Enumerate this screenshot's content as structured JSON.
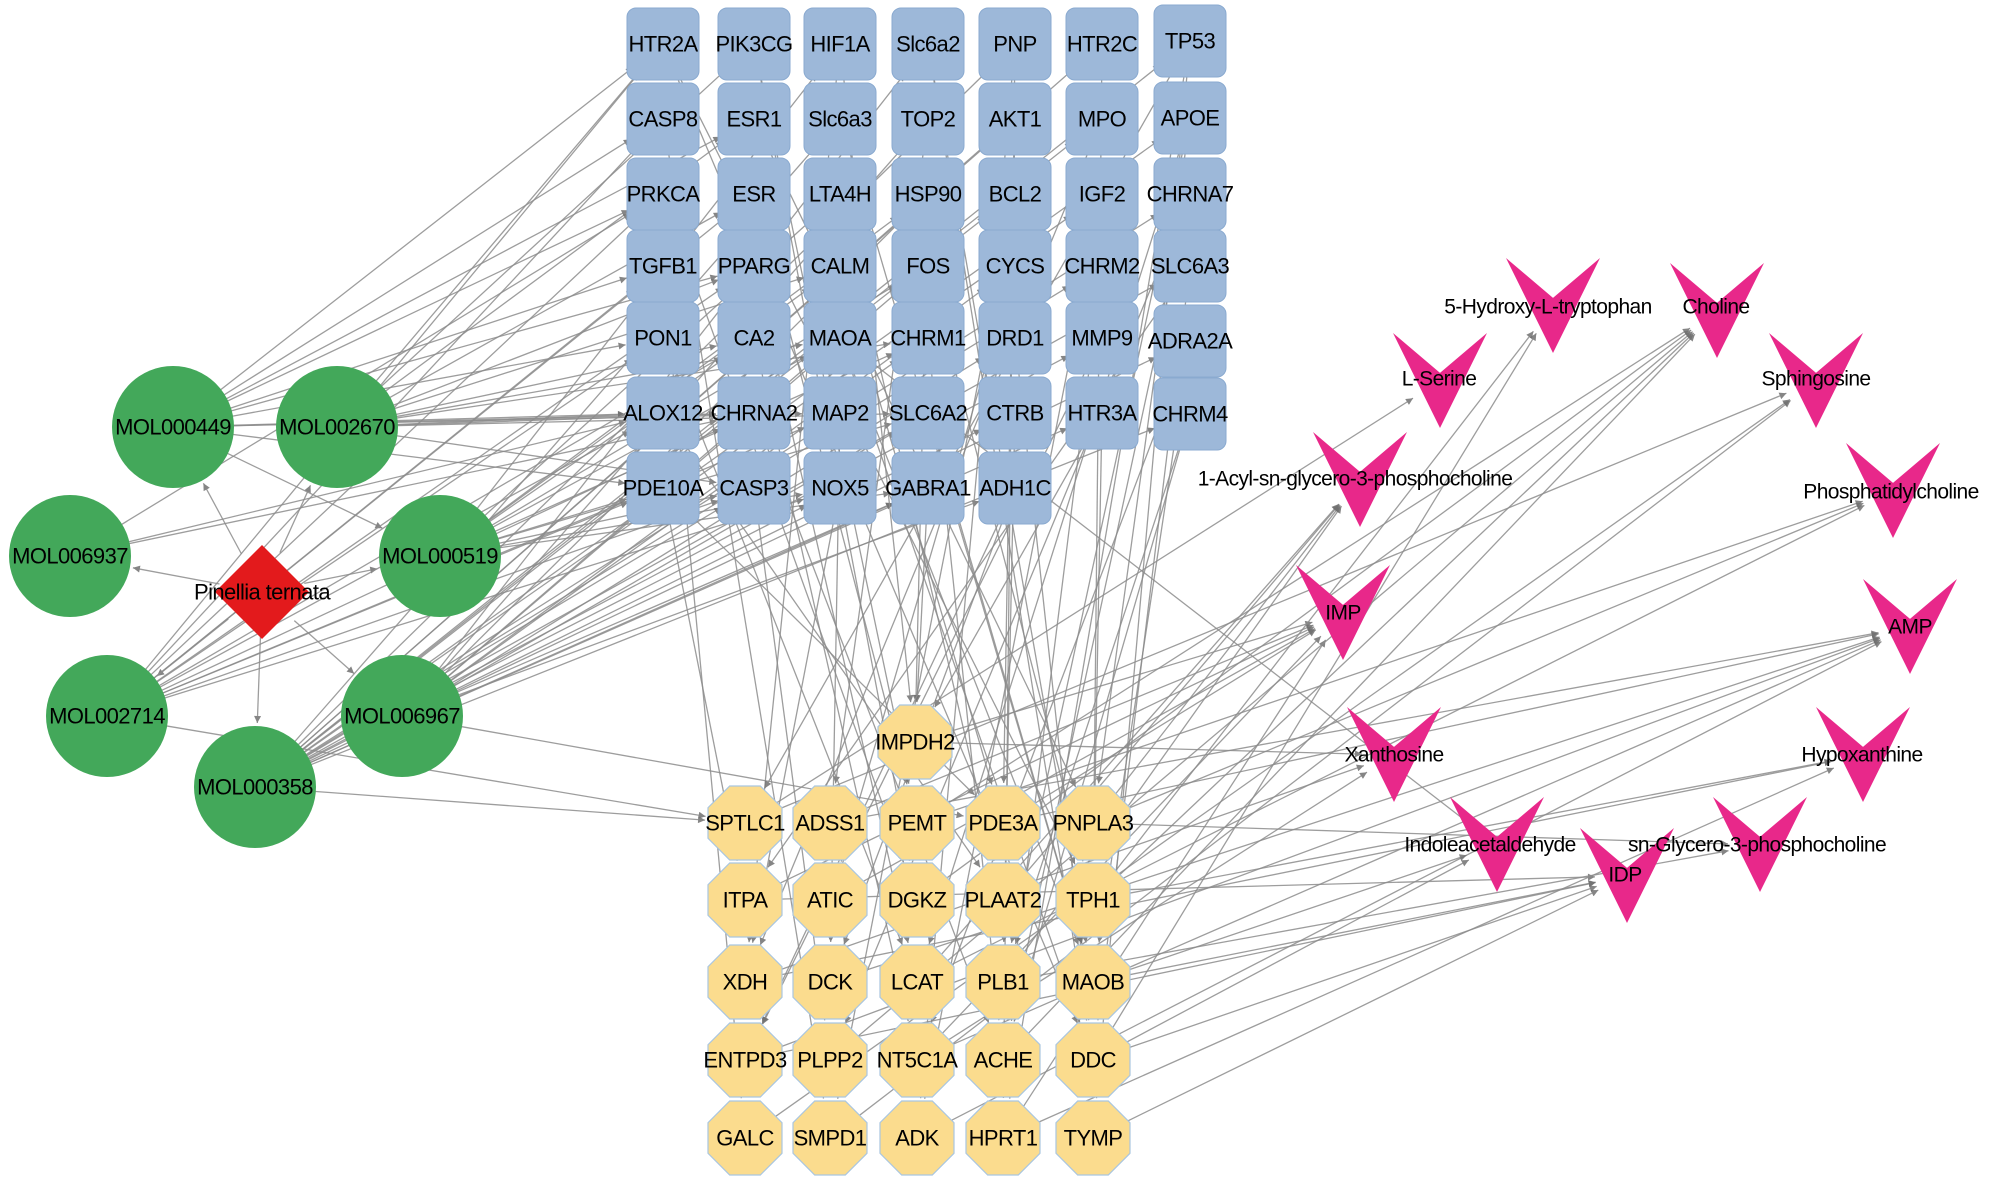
{
  "diagram": {
    "type": "network",
    "title": "",
    "colors": {
      "herb": "#e31a1c",
      "compound": "#43a85a",
      "target": "#9db8d9",
      "target_border": "#8aaad0",
      "enzyme": "#fbdc8e",
      "enzyme_border": "#a9c6e0",
      "metabolite": "#e8288a",
      "edge": "#8c8c8c",
      "arrow": "#707070"
    },
    "herb": {
      "id": "Pinellia ternata",
      "label": "Pinellia ternata",
      "shape": "diamond"
    },
    "compounds": {
      "shape": "circle",
      "items": [
        "MOL000449",
        "MOL002670",
        "MOL006937",
        "MOL000519",
        "MOL002714",
        "MOL006967",
        "MOL000358"
      ]
    },
    "targets": {
      "shape": "round-rectangle",
      "items": [
        "HTR2A",
        "PIK3CG",
        "HIF1A",
        "Slc6a2",
        "PNP",
        "HTR2C",
        "TP53",
        "CASP8",
        "ESR1",
        "Slc6a3",
        "TOP2",
        "AKT1",
        "MPO",
        "APOE",
        "PRKCA",
        "ESR",
        "LTA4H",
        "HSP90",
        "BCL2",
        "IGF2",
        "CHRNA7",
        "TGFB1",
        "PPARG",
        "CALM",
        "FOS",
        "CYCS",
        "CHRM2",
        "SLC6A3",
        "PON1",
        "CA2",
        "MAOA",
        "CHRM1",
        "DRD1",
        "MMP9",
        "ADRA2A",
        "ALOX12",
        "CHRNA2",
        "MAP2",
        "SLC6A2",
        "CTRB",
        "HTR3A",
        "CHRM4",
        "PDE10A",
        "CASP3",
        "NOX5",
        "GABRA1",
        "ADH1C"
      ]
    },
    "enzymes": {
      "shape": "octagon",
      "items": [
        "IMPDH2",
        "SPTLC1",
        "ADSS1",
        "PEMT",
        "PDE3A",
        "PNPLA3",
        "ITPA",
        "ATIC",
        "DGKZ",
        "PLAAT2",
        "TPH1",
        "XDH",
        "DCK",
        "LCAT",
        "PLB1",
        "MAOB",
        "ENTPD3",
        "PLPP2",
        "NT5C1A",
        "ACHE",
        "DDC",
        "GALC",
        "SMPD1",
        "ADK",
        "HPRT1",
        "TYMP"
      ]
    },
    "metabolites": {
      "shape": "v",
      "items": [
        "5-Hydroxy-L-tryptophan",
        "Choline",
        "L-Serine",
        "Sphingosine",
        "1-Acyl-sn-glycero-3-phosphocholine",
        "Phosphatidylcholine",
        "IMP",
        "AMP",
        "Xanthosine",
        "Hypoxanthine",
        "Indoleacetaldehyde",
        "IDP",
        "sn-Glycero-3-phosphocholine"
      ]
    },
    "edges": [
      [
        "Pinellia ternata",
        "MOL000449"
      ],
      [
        "Pinellia ternata",
        "MOL002670"
      ],
      [
        "Pinellia ternata",
        "MOL006937"
      ],
      [
        "Pinellia ternata",
        "MOL000519"
      ],
      [
        "Pinellia ternata",
        "MOL002714"
      ],
      [
        "Pinellia ternata",
        "MOL006967"
      ],
      [
        "Pinellia ternata",
        "MOL000358"
      ],
      [
        "MOL000449",
        "HTR2A"
      ],
      [
        "MOL000449",
        "CASP8"
      ],
      [
        "MOL000449",
        "PRKCA"
      ],
      [
        "MOL000449",
        "TGFB1"
      ],
      [
        "MOL000449",
        "PON1"
      ],
      [
        "MOL000449",
        "ALOX12"
      ],
      [
        "MOL000449",
        "CHRNA2"
      ],
      [
        "MOL000449",
        "MAP2"
      ],
      [
        "MOL000449",
        "PDE10A"
      ],
      [
        "MOL000449",
        "ESR1"
      ],
      [
        "MOL000449",
        "PPARG"
      ],
      [
        "MOL000449",
        "MOL000519"
      ],
      [
        "MOL002670",
        "HTR2A"
      ],
      [
        "MOL002670",
        "PIK3CG"
      ],
      [
        "MOL002670",
        "ESR1"
      ],
      [
        "MOL002670",
        "ESR"
      ],
      [
        "MOL002670",
        "CA2"
      ],
      [
        "MOL002670",
        "ALOX12"
      ],
      [
        "MOL002670",
        "CHRNA2"
      ],
      [
        "MOL002670",
        "MAOA"
      ],
      [
        "MOL002670",
        "CHRM1"
      ],
      [
        "MOL002670",
        "SLC6A2"
      ],
      [
        "MOL002670",
        "CASP3"
      ],
      [
        "MOL002670",
        "PPARG"
      ],
      [
        "MOL002670",
        "CALM"
      ],
      [
        "MOL006937",
        "PRKCA"
      ],
      [
        "MOL006937",
        "ALOX12"
      ],
      [
        "MOL006937",
        "CHRNA2"
      ],
      [
        "MOL000519",
        "HIF1A"
      ],
      [
        "MOL000519",
        "LTA4H"
      ],
      [
        "MOL000519",
        "CALM"
      ],
      [
        "MOL000519",
        "CA2"
      ],
      [
        "MOL000519",
        "MAOA"
      ],
      [
        "MOL000519",
        "CASP3"
      ],
      [
        "MOL000519",
        "NOX5"
      ],
      [
        "MOL000519",
        "PDE10A"
      ],
      [
        "MOL000519",
        "SLC6A2"
      ],
      [
        "MOL000519",
        "GABRA1"
      ],
      [
        "MOL000519",
        "HSP90"
      ],
      [
        "MOL000519",
        "FOS"
      ],
      [
        "MOL000519",
        "CHRM1"
      ],
      [
        "MOL002714",
        "HTR2A"
      ],
      [
        "MOL002714",
        "CASP8"
      ],
      [
        "MOL002714",
        "PRKCA"
      ],
      [
        "MOL002714",
        "TGFB1"
      ],
      [
        "MOL002714",
        "PON1"
      ],
      [
        "MOL002714",
        "ALOX12"
      ],
      [
        "MOL002714",
        "PDE10A"
      ],
      [
        "MOL002714",
        "ESR"
      ],
      [
        "MOL002714",
        "PPARG"
      ],
      [
        "MOL002714",
        "CA2"
      ],
      [
        "MOL002714",
        "CHRNA2"
      ],
      [
        "MOL002714",
        "CASP3"
      ],
      [
        "MOL002714",
        "MAP2"
      ],
      [
        "MOL002714",
        "NOX5"
      ],
      [
        "MOL002714",
        "SPTLC1"
      ],
      [
        "MOL006967",
        "Slc6a2"
      ],
      [
        "MOL006967",
        "TOP2"
      ],
      [
        "MOL006967",
        "HSP90"
      ],
      [
        "MOL006967",
        "FOS"
      ],
      [
        "MOL006967",
        "CHRM1"
      ],
      [
        "MOL006967",
        "SLC6A2"
      ],
      [
        "MOL006967",
        "GABRA1"
      ],
      [
        "MOL006967",
        "CYCS"
      ],
      [
        "MOL006967",
        "DRD1"
      ],
      [
        "MOL006967",
        "CTRB"
      ],
      [
        "MOL006967",
        "ADH1C"
      ],
      [
        "MOL006967",
        "PDE3A"
      ],
      [
        "MOL006967",
        "MAOA"
      ],
      [
        "MOL000358",
        "PNP"
      ],
      [
        "MOL000358",
        "AKT1"
      ],
      [
        "MOL000358",
        "BCL2"
      ],
      [
        "MOL000358",
        "HTR2C"
      ],
      [
        "MOL000358",
        "MPO"
      ],
      [
        "MOL000358",
        "IGF2"
      ],
      [
        "MOL000358",
        "CHRM2"
      ],
      [
        "MOL000358",
        "MMP9"
      ],
      [
        "MOL000358",
        "HTR3A"
      ],
      [
        "MOL000358",
        "TP53"
      ],
      [
        "MOL000358",
        "APOE"
      ],
      [
        "MOL000358",
        "CHRNA7"
      ],
      [
        "MOL000358",
        "SLC6A3"
      ],
      [
        "MOL000358",
        "ADRA2A"
      ],
      [
        "MOL000358",
        "CHRM4"
      ],
      [
        "MOL000358",
        "Slc6a3"
      ],
      [
        "MOL000358",
        "CASP3"
      ],
      [
        "MOL000358",
        "NOX5"
      ],
      [
        "MOL000358",
        "SPTLC1"
      ],
      [
        "MOL000358",
        "GABRA1"
      ],
      [
        "HTR2A",
        "TPH1"
      ],
      [
        "HTR2A",
        "DDC"
      ],
      [
        "PIK3CG",
        "PEMT"
      ],
      [
        "PIK3CG",
        "DGKZ"
      ],
      [
        "HIF1A",
        "XDH"
      ],
      [
        "HIF1A",
        "IMPDH2"
      ],
      [
        "Slc6a2",
        "MAOB"
      ],
      [
        "Slc6a2",
        "DDC"
      ],
      [
        "PNP",
        "HPRT1"
      ],
      [
        "PNP",
        "ADK"
      ],
      [
        "HTR2C",
        "TPH1"
      ],
      [
        "TP53",
        "TYMP"
      ],
      [
        "TP53",
        "SPTLC1"
      ],
      [
        "CASP8",
        "SMPD1"
      ],
      [
        "ESR1",
        "PNPLA3"
      ],
      [
        "Slc6a3",
        "MAOB"
      ],
      [
        "TOP2",
        "ADSS1"
      ],
      [
        "AKT1",
        "PDE3A"
      ],
      [
        "MPO",
        "XDH"
      ],
      [
        "APOE",
        "LCAT"
      ],
      [
        "APOE",
        "PLB1"
      ],
      [
        "PRKCA",
        "DGKZ"
      ],
      [
        "ESR",
        "PEMT"
      ],
      [
        "LTA4H",
        "PLAAT2"
      ],
      [
        "HSP90",
        "IMPDH2"
      ],
      [
        "BCL2",
        "SMPD1"
      ],
      [
        "IGF2",
        "ADK"
      ],
      [
        "CHRNA7",
        "ACHE"
      ],
      [
        "TGFB1",
        "GALC"
      ],
      [
        "PPARG",
        "LCAT"
      ],
      [
        "CALM",
        "PDE3A"
      ],
      [
        "FOS",
        "TPH1"
      ],
      [
        "CYCS",
        "ATIC"
      ],
      [
        "CHRM2",
        "ACHE"
      ],
      [
        "SLC6A3",
        "DDC"
      ],
      [
        "PON1",
        "LCAT"
      ],
      [
        "CA2",
        "NT5C1A"
      ],
      [
        "MAOA",
        "MAOB"
      ],
      [
        "MAOA",
        "DDC"
      ],
      [
        "CHRM1",
        "ACHE"
      ],
      [
        "DRD1",
        "DDC"
      ],
      [
        "MMP9",
        "ENTPD3"
      ],
      [
        "ADRA2A",
        "MAOB"
      ],
      [
        "ALOX12",
        "PLAAT2"
      ],
      [
        "CHRNA2",
        "ACHE"
      ],
      [
        "MAP2",
        "DCK"
      ],
      [
        "SLC6A2",
        "MAOB"
      ],
      [
        "CTRB",
        "PLB1"
      ],
      [
        "HTR3A",
        "TPH1"
      ],
      [
        "CHRM4",
        "ACHE"
      ],
      [
        "PDE10A",
        "PDE3A"
      ],
      [
        "PDE10A",
        "ITPA"
      ],
      [
        "CASP3",
        "PLPP2"
      ],
      [
        "NOX5",
        "XDH"
      ],
      [
        "GABRA1",
        "IMPDH2"
      ],
      [
        "ADH1C",
        "ENTPD3"
      ],
      [
        "ADH1C",
        "DCK"
      ],
      [
        "CHRM4",
        "PLB1"
      ],
      [
        "HTR3A",
        "IMPDH2"
      ],
      [
        "TP53",
        "HPRT1"
      ],
      [
        "APOE",
        "PNPLA3"
      ],
      [
        "CHRNA7",
        "PLPP2"
      ],
      [
        "SLC6A3",
        "ITPA"
      ],
      [
        "ADRA2A",
        "NT5C1A"
      ],
      [
        "IMPDH2",
        "IMP"
      ],
      [
        "IMPDH2",
        "Xanthosine"
      ],
      [
        "ADSS1",
        "IMP"
      ],
      [
        "ADSS1",
        "AMP"
      ],
      [
        "ATIC",
        "IMP"
      ],
      [
        "ITPA",
        "IDP"
      ],
      [
        "ITPA",
        "IMP"
      ],
      [
        "XDH",
        "Hypoxanthine"
      ],
      [
        "XDH",
        "Xanthosine"
      ],
      [
        "DCK",
        "AMP"
      ],
      [
        "NT5C1A",
        "IMP"
      ],
      [
        "NT5C1A",
        "AMP"
      ],
      [
        "NT5C1A",
        "Xanthosine"
      ],
      [
        "ENTPD3",
        "IDP"
      ],
      [
        "ENTPD3",
        "AMP"
      ],
      [
        "ADK",
        "AMP"
      ],
      [
        "HPRT1",
        "IMP"
      ],
      [
        "HPRT1",
        "Hypoxanthine"
      ],
      [
        "TYMP",
        "IDP"
      ],
      [
        "SPTLC1",
        "L-Serine"
      ],
      [
        "SPTLC1",
        "Sphingosine"
      ],
      [
        "GALC",
        "Sphingosine"
      ],
      [
        "SMPD1",
        "Sphingosine"
      ],
      [
        "PEMT",
        "Phosphatidylcholine"
      ],
      [
        "PEMT",
        "Choline"
      ],
      [
        "LCAT",
        "Phosphatidylcholine"
      ],
      [
        "LCAT",
        "1-Acyl-sn-glycero-3-phosphocholine"
      ],
      [
        "PLB1",
        "sn-Glycero-3-phosphocholine"
      ],
      [
        "PLB1",
        "1-Acyl-sn-glycero-3-phosphocholine"
      ],
      [
        "PLAAT2",
        "1-Acyl-sn-glycero-3-phosphocholine"
      ],
      [
        "PNPLA3",
        "1-Acyl-sn-glycero-3-phosphocholine"
      ],
      [
        "PNPLA3",
        "sn-Glycero-3-phosphocholine"
      ],
      [
        "ACHE",
        "Choline"
      ],
      [
        "PLPP2",
        "Choline"
      ],
      [
        "DGKZ",
        "Choline"
      ],
      [
        "TPH1",
        "5-Hydroxy-L-tryptophan"
      ],
      [
        "DDC",
        "5-Hydroxy-L-tryptophan"
      ],
      [
        "MAOB",
        "Indoleacetaldehyde"
      ],
      [
        "DDC",
        "Indoleacetaldehyde"
      ],
      [
        "MAOA",
        "Indoleacetaldehyde"
      ],
      [
        "PDE3A",
        "AMP"
      ],
      [
        "PDE3A",
        "IMP"
      ],
      [
        "DDC",
        "IDP"
      ],
      [
        "TPH1",
        "Hypoxanthine"
      ],
      [
        "MAOB",
        "IDP"
      ],
      [
        "TPH1",
        "Choline"
      ],
      [
        "PNPLA3",
        "Phosphatidylcholine"
      ]
    ]
  }
}
